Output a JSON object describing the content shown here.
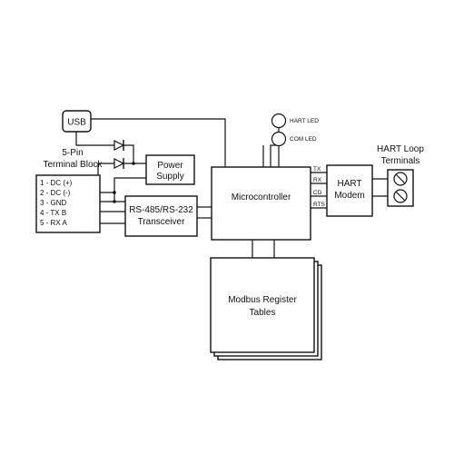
{
  "usb": {
    "label": "USB"
  },
  "terminal_block": {
    "title_line1": "5-Pin",
    "title_line2": "Terminal Block",
    "pins": [
      "1 - DC (+)",
      "2 - DC (-)",
      "3 - GND",
      "4 - TX  B",
      "5 - RX  A"
    ]
  },
  "power_supply": {
    "line1": "Power",
    "line2": "Supply"
  },
  "transceiver": {
    "line1": "RS-485/RS-232",
    "line2": "Transceiver"
  },
  "microcontroller": {
    "label": "Microcontroller"
  },
  "leds": {
    "hart_led": "HART LED",
    "com_led": "COM LED"
  },
  "hart_modem": {
    "line1": "HART",
    "line2": "Modem",
    "signals": [
      "TX",
      "RX",
      "CD",
      "RTS"
    ]
  },
  "hart_loop": {
    "line1": "HART Loop",
    "line2": "Terminals"
  },
  "modbus": {
    "line1": "Modbus Register",
    "line2": "Tables"
  }
}
